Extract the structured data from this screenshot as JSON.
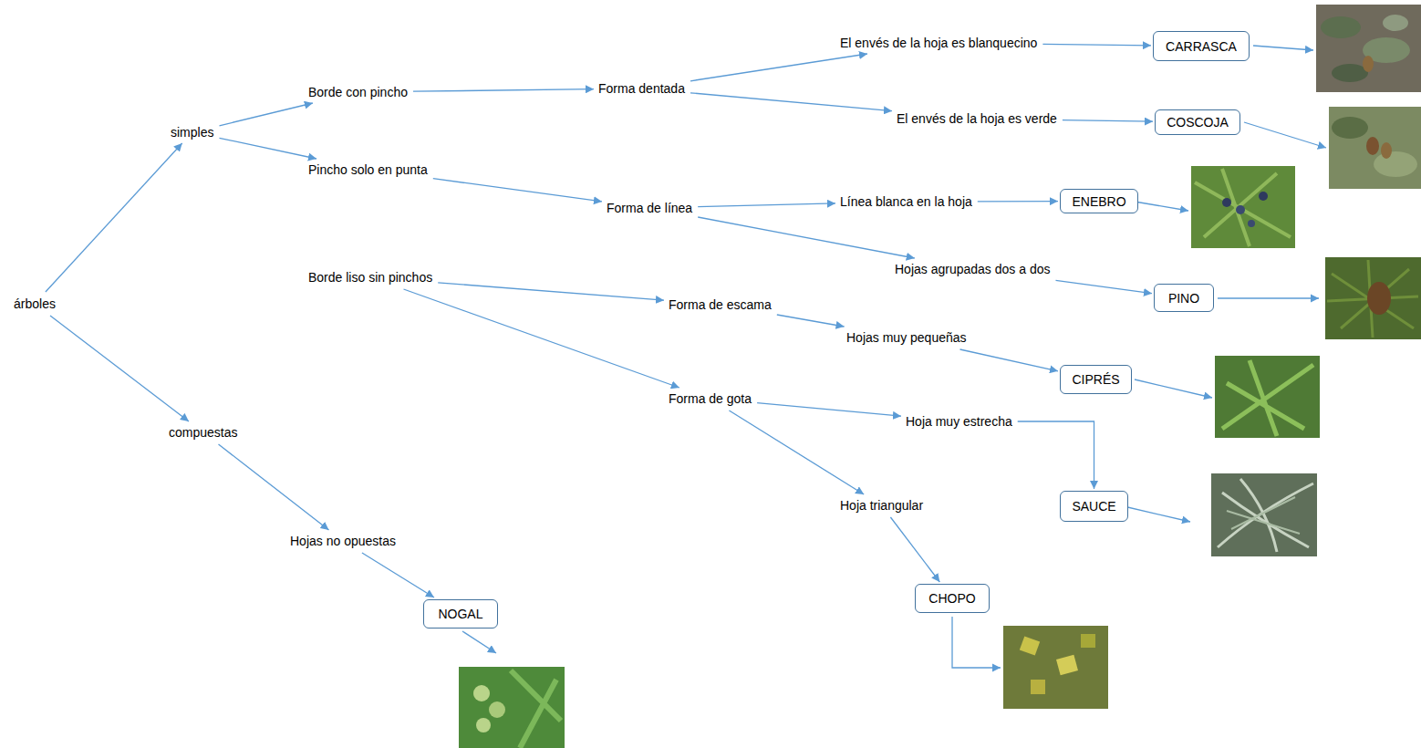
{
  "diagram": {
    "nodes": [
      {
        "text": [
          "árboles"
        ]
      },
      {
        "text": [
          "simples"
        ]
      },
      {
        "text": [
          "compuestas"
        ]
      },
      {
        "text": [
          "Borde con pincho"
        ]
      },
      {
        "text": [
          "Pincho solo en punta"
        ]
      },
      {
        "text": [
          "Borde liso sin pinchos"
        ]
      },
      {
        "text": [
          "Forma dentada"
        ]
      },
      {
        "text": [
          "El envés de la hoja es blanquecino"
        ]
      },
      {
        "text": [
          "El envés de la hoja es verde"
        ]
      },
      {
        "text": [
          "CARRASCA"
        ]
      },
      {
        "text": [
          "COSCOJA"
        ]
      },
      {
        "text": [
          "Forma de línea"
        ]
      },
      {
        "text": [
          "Línea blanca en la hoja"
        ]
      },
      {
        "text": [
          "Hojas agrupadas dos a dos"
        ]
      },
      {
        "text": [
          "ENEBRO"
        ]
      },
      {
        "text": [
          "PINO"
        ]
      },
      {
        "text": [
          "Forma de escama"
        ]
      },
      {
        "text": [
          "Forma de gota"
        ]
      },
      {
        "text": [
          "Hojas muy pequeñas"
        ]
      },
      {
        "text": [
          "CIPRÉS"
        ]
      },
      {
        "text": [
          "Hoja muy estrecha"
        ]
      },
      {
        "text": [
          "Hoja triangular"
        ]
      },
      {
        "text": [
          "SAUCE"
        ]
      },
      {
        "text": [
          "CHOPO"
        ]
      },
      {
        "text": [
          "Hojas no opuestas"
        ]
      },
      {
        "text": [
          "NOGAL"
        ]
      }
    ],
    "edges": [
      {
        "from": 0,
        "to": 1,
        "arrow": "to"
      },
      {
        "from": 0,
        "to": 2,
        "arrow": "to"
      },
      {
        "from": 1,
        "to": 3,
        "arrow": "to"
      },
      {
        "from": 1,
        "to": 4,
        "arrow": "to"
      },
      {
        "from": 3,
        "to": 6,
        "arrow": "to"
      },
      {
        "from": 6,
        "to": 7,
        "arrow": "to"
      },
      {
        "from": 6,
        "to": 8,
        "arrow": "to"
      },
      {
        "from": 7,
        "to": 9,
        "arrow": "to"
      },
      {
        "from": 8,
        "to": 10,
        "arrow": "to"
      },
      {
        "from": 4,
        "to": 11,
        "arrow": "to"
      },
      {
        "from": 11,
        "to": 12,
        "arrow": "to"
      },
      {
        "from": 11,
        "to": 13,
        "arrow": "to"
      },
      {
        "from": 12,
        "to": 14,
        "arrow": "to"
      },
      {
        "from": 13,
        "to": 15,
        "arrow": "to"
      },
      {
        "from": 5,
        "to": 16,
        "arrow": "to"
      },
      {
        "from": 5,
        "to": 17,
        "arrow": "to"
      },
      {
        "from": 16,
        "to": 18,
        "arrow": "to"
      },
      {
        "from": 18,
        "to": 19,
        "arrow": "to"
      },
      {
        "from": 17,
        "to": 20,
        "arrow": "to"
      },
      {
        "from": 17,
        "to": 21,
        "arrow": "to"
      },
      {
        "from": 20,
        "to": 22,
        "arrow": "to"
      },
      {
        "from": 21,
        "to": 23,
        "arrow": "to"
      },
      {
        "from": 2,
        "to": 24,
        "arrow": "to"
      },
      {
        "from": 24,
        "to": 25,
        "arrow": "to"
      }
    ]
  }
}
